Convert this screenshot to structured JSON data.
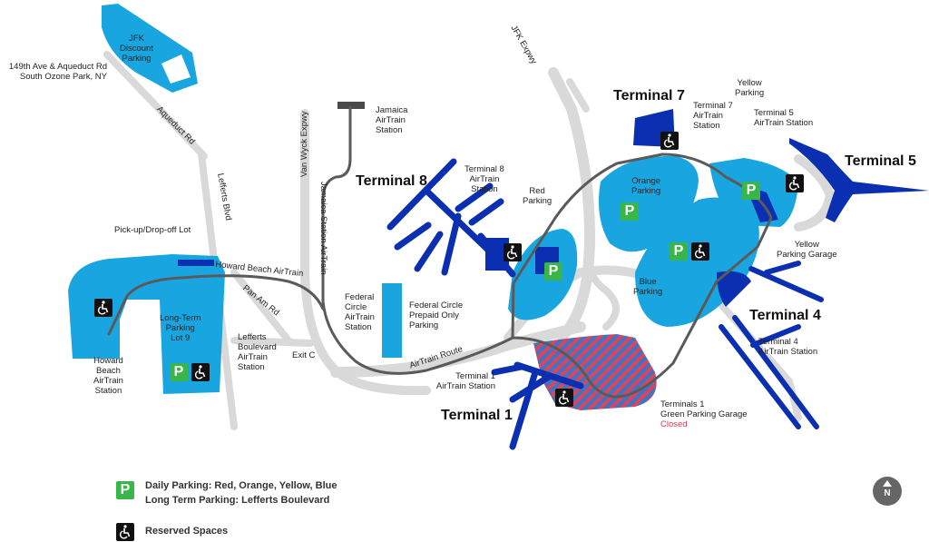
{
  "terminals": {
    "t1": "Terminal 1",
    "t4": "Terminal 4",
    "t5": "Terminal 5",
    "t7": "Terminal 7",
    "t8": "Terminal 8"
  },
  "roads": {
    "aqueduct": "Aqueduct Rd",
    "lefferts": "Lefferts Blvd",
    "van_wyck": "Van Wyck Expwy",
    "jfk_expwy": "JFK Expwy",
    "pan_am": "Pan Am Rd",
    "exit_c": "Exit C",
    "jamaica_station_airtrain": "Jamaica Station AirTrain",
    "howard_beach_airtrain": "Howard Beach AirTrain",
    "airtrain_route": "AirTrain Route"
  },
  "places": {
    "discount_parking": "JFK\nDiscount\nParking",
    "discount_address": "149th Ave & Aqueduct Rd\nSouth Ozone Park, NY",
    "pickup_lot": "Pick-up/Drop-off Lot",
    "long_term": "Long-Term\nParking\nLot 9",
    "lefferts_station": "Lefferts\nBoulevard\nAirTrain\nStation",
    "howard_beach_station": "Howard\nBeach\nAirTrain\nStation",
    "jamaica_station": "Jamaica\nAirTrain\nStation",
    "federal_circle_station": "Federal\nCircle\nAirTrain\nStation",
    "federal_circle_prepaid": "Federal Circle\nPrepaid Only\nParking",
    "t8_station": "Terminal 8\nAirTrain\nStation",
    "t7_station": "Terminal 7\nAirTrain\nStation",
    "t5_station": "Terminal 5\nAirTrain Station",
    "t4_station": "Terminal 4\nAirTrain Station",
    "t1_station": "Terminal 1\nAirTrain Station",
    "red_parking": "Red\nParking",
    "orange_parking": "Orange\nParking",
    "yellow_parking": "Yellow\nParking",
    "blue_parking": "Blue\nParking",
    "yellow_garage": "Yellow\nParking Garage",
    "green_garage": "Terminals 1\nGreen Parking Garage",
    "closed": "Closed"
  },
  "icons": {
    "parking": "parking-icon",
    "accessible": "accessible-parking-icon",
    "compass": "north-compass-icon"
  },
  "symbols": {
    "parking_letter": "P",
    "north_letter": "N"
  },
  "legend": {
    "daily": "Daily Parking: Red, Orange, Yellow, Blue",
    "long_term": "Long Term Parking: Lefferts Boulevard",
    "reserved": "Reserved Spaces"
  },
  "colors": {
    "parking_area": "#19a6e0",
    "terminal": "#0a2fb0",
    "road": "#d9d9d9",
    "airtrain": "#5a5a5a",
    "parking_badge": "#3ab54a",
    "closed_hatch_red": "#e4344a",
    "closed_text": "#e4344a"
  }
}
